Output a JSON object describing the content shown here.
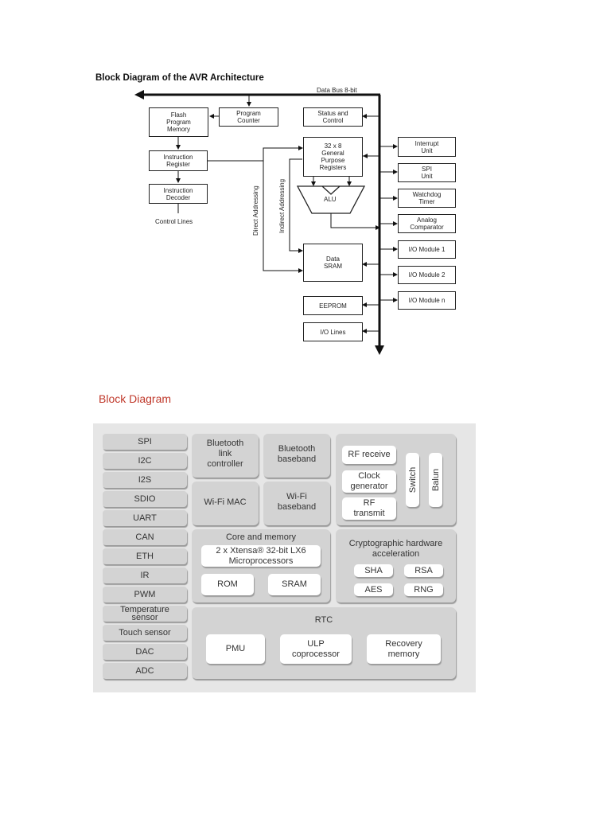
{
  "avr": {
    "title": "Block Diagram of the AVR Architecture",
    "data_bus_label": "Data Bus 8-bit",
    "flash": "Flash\nProgram\nMemory",
    "program_counter": "Program\nCounter",
    "status_control": "Status and\nControl",
    "instruction_register": "Instruction\nRegister",
    "instruction_decoder": "Instruction\nDecoder",
    "control_lines": "Control Lines",
    "registers": "32 x 8\nGeneral\nPurpose\nRegisters",
    "alu": "ALU",
    "direct_addressing": "Direct Addressing",
    "indirect_addressing": "Indirect Addressing",
    "data_sram": "Data\nSRAM",
    "eeprom": "EEPROM",
    "io_lines": "I/O Lines",
    "interrupt_unit": "Interrupt\nUnit",
    "spi_unit": "SPI\nUnit",
    "watchdog_timer": "Watchdog\nTimer",
    "analog_comparator": "Analog\nComparator",
    "io_module_1": "I/O Module 1",
    "io_module_2": "I/O Module 2",
    "io_module_n": "I/O Module n"
  },
  "esp": {
    "title": "Block Diagram",
    "peripherals": [
      "SPI",
      "I2C",
      "I2S",
      "SDIO",
      "UART",
      "CAN",
      "ETH",
      "IR",
      "PWM",
      "Temperature\nsensor",
      "Touch sensor",
      "DAC",
      "ADC"
    ],
    "bt_link_controller": "Bluetooth\nlink\ncontroller",
    "bt_baseband": "Bluetooth\nbaseband",
    "wifi_mac": "Wi-Fi MAC",
    "wifi_baseband": "Wi-Fi\nbaseband",
    "rf_receive": "RF receive",
    "clock_generator": "Clock\ngenerator",
    "rf_transmit": "RF\ntransmit",
    "switch": "Switch",
    "balun": "Balun",
    "core_memory": "Core and memory",
    "microprocessors": "2 x Xtensa® 32-bit LX6\nMicroprocessors",
    "rom": "ROM",
    "sram": "SRAM",
    "crypto": "Cryptographic hardware\nacceleration",
    "sha": "SHA",
    "rsa": "RSA",
    "aes": "AES",
    "rng": "RNG",
    "rtc": "RTC",
    "pmu": "PMU",
    "ulp": "ULP\ncoprocessor",
    "recovery": "Recovery\nmemory"
  }
}
